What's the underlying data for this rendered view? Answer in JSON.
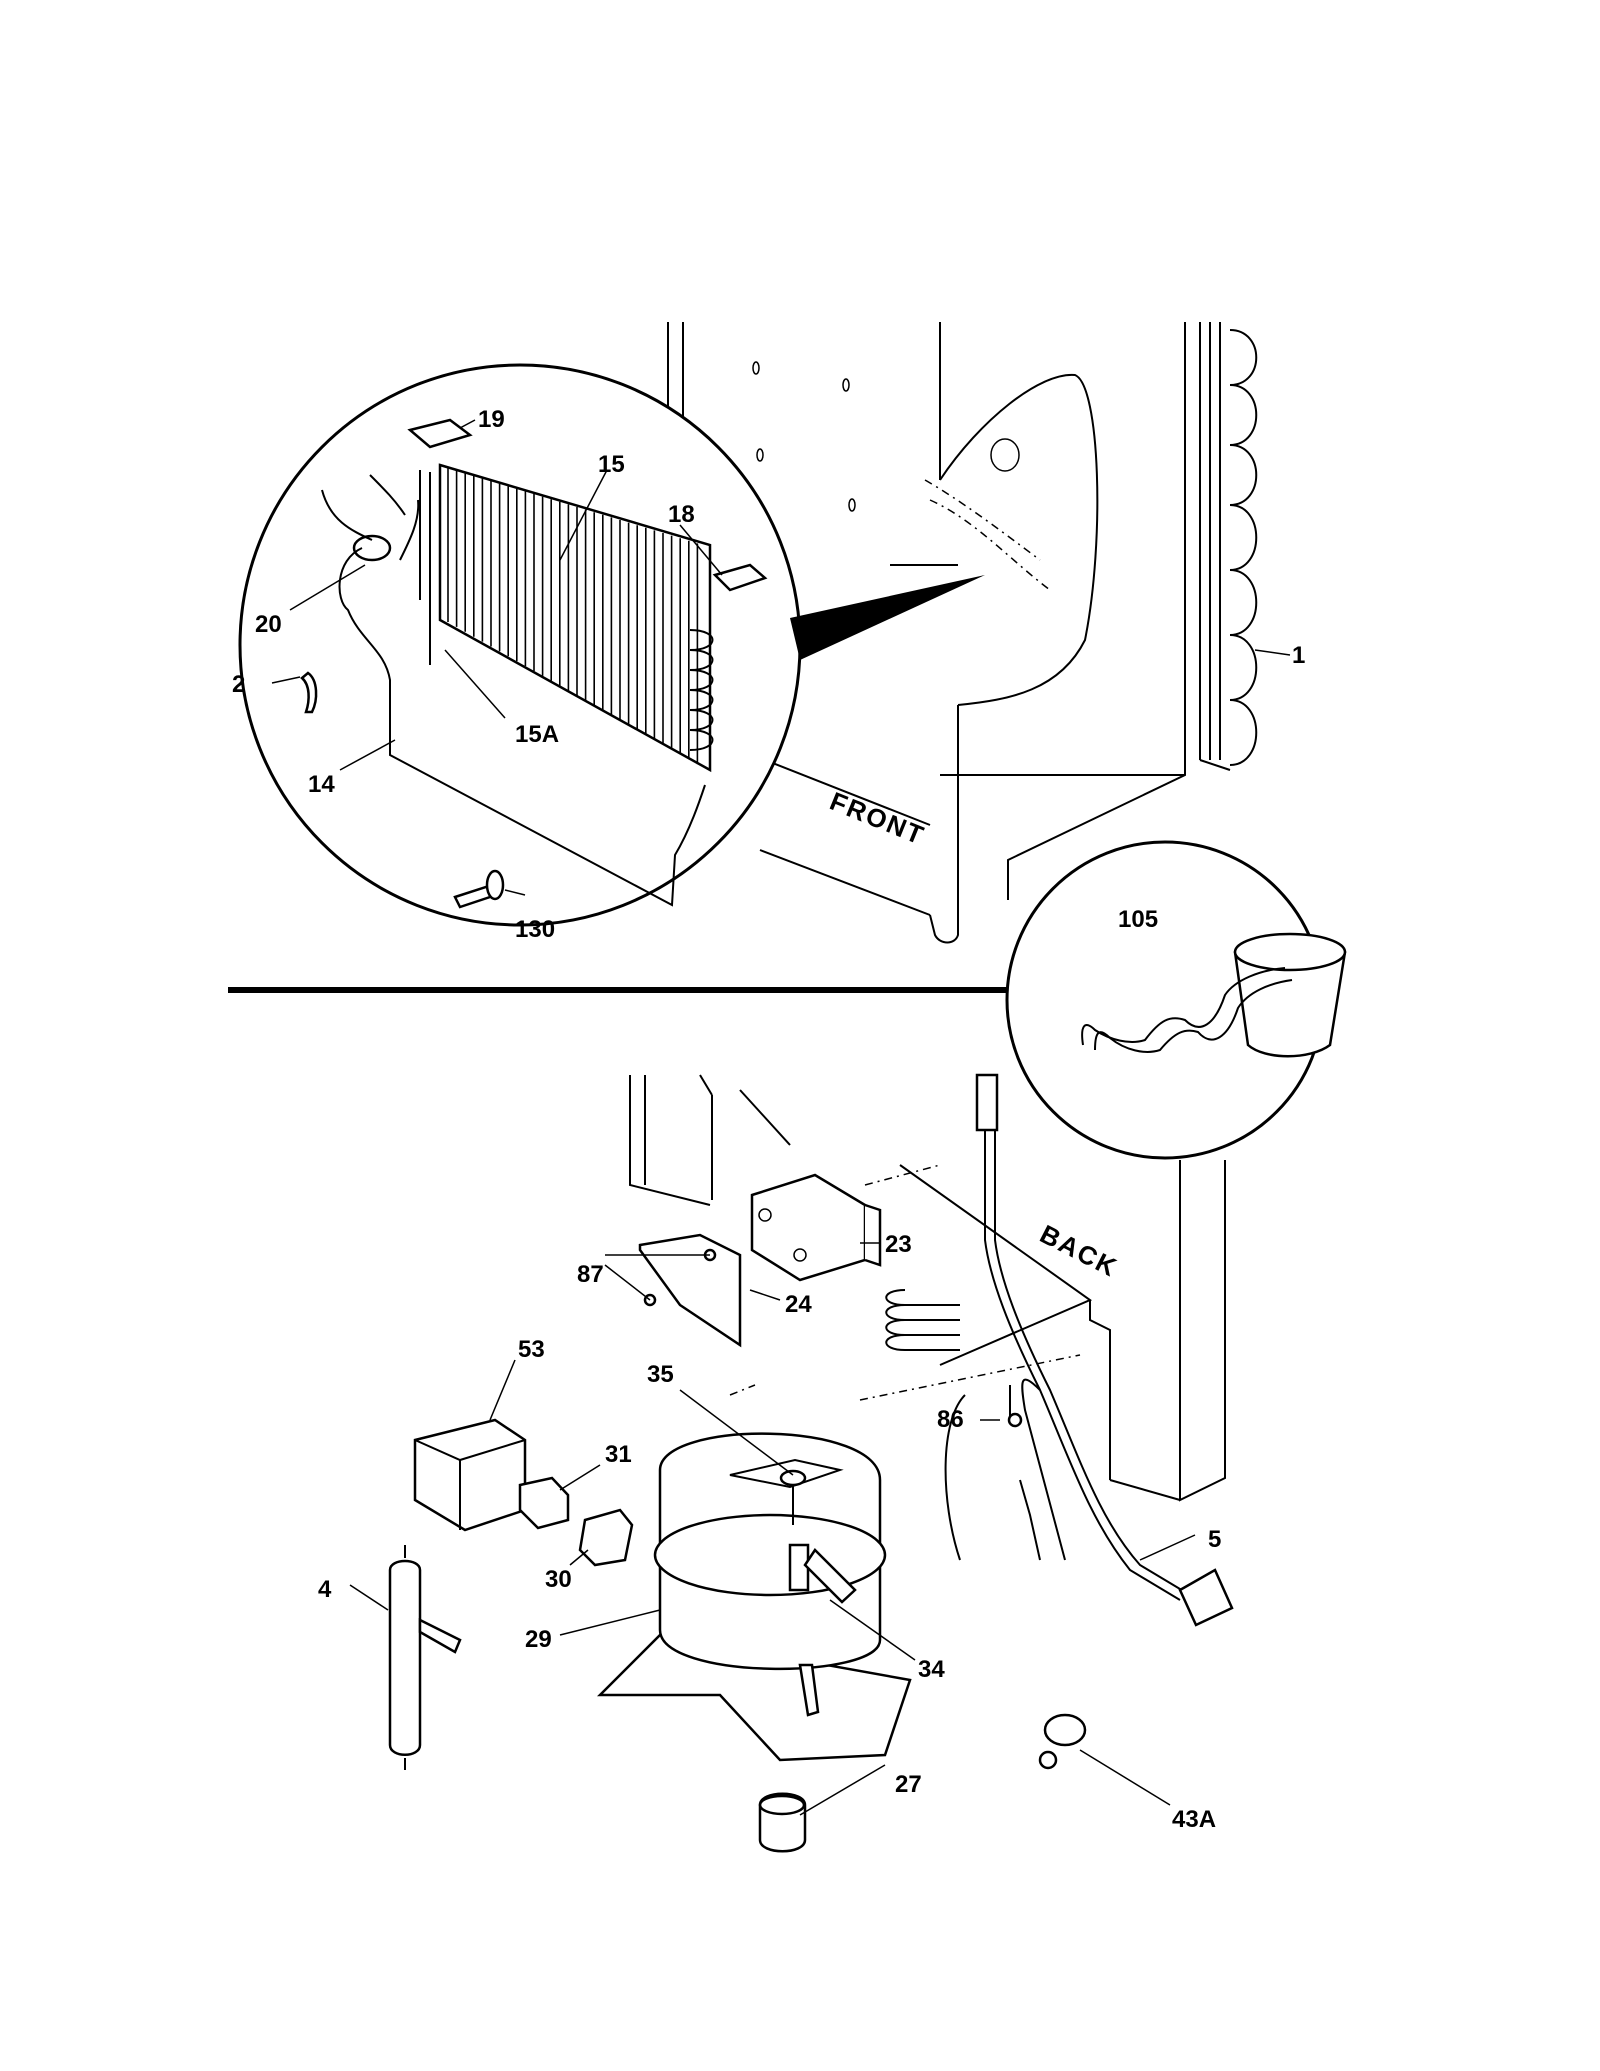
{
  "labels": {
    "p1": "1",
    "p2": "2",
    "p4": "4",
    "p5": "5",
    "p14": "14",
    "p15": "15",
    "p15a": "15A",
    "p18": "18",
    "p19": "19",
    "p20": "20",
    "p23": "23",
    "p24": "24",
    "p27": "27",
    "p29": "29",
    "p30": "30",
    "p31": "31",
    "p34": "34",
    "p35": "35",
    "p43a": "43A",
    "p53": "53",
    "p86": "86",
    "p87": "87",
    "p105": "105",
    "p130": "130"
  },
  "words": {
    "front": "FRONT",
    "back": "BACK"
  }
}
